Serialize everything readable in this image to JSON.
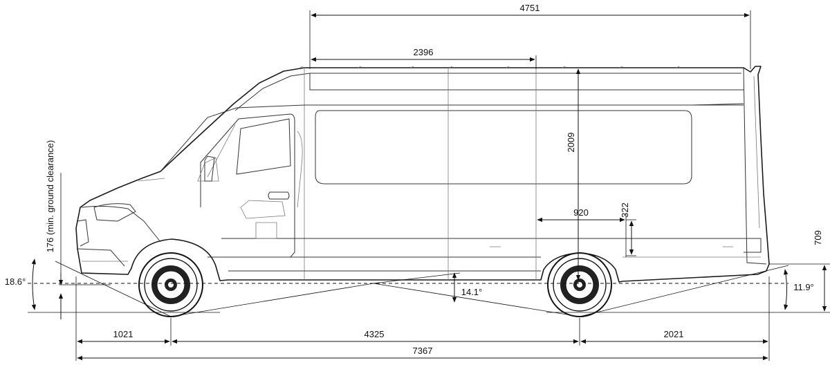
{
  "dimensions": {
    "cargo_length": "4751",
    "roof_window_length": "2396",
    "interior_height": "2009",
    "wheel_arch_width": "920",
    "wheel_arch_height": "322",
    "loading_sill_height": "709",
    "front_overhang": "1021",
    "wheelbase": "4325",
    "rear_overhang": "2021",
    "overall_length": "7367",
    "ground_clearance": "176 (min. ground clearance)",
    "approach_angle": "18.6°",
    "ramp_angle": "14.1°",
    "departure_angle": "11.9°"
  }
}
